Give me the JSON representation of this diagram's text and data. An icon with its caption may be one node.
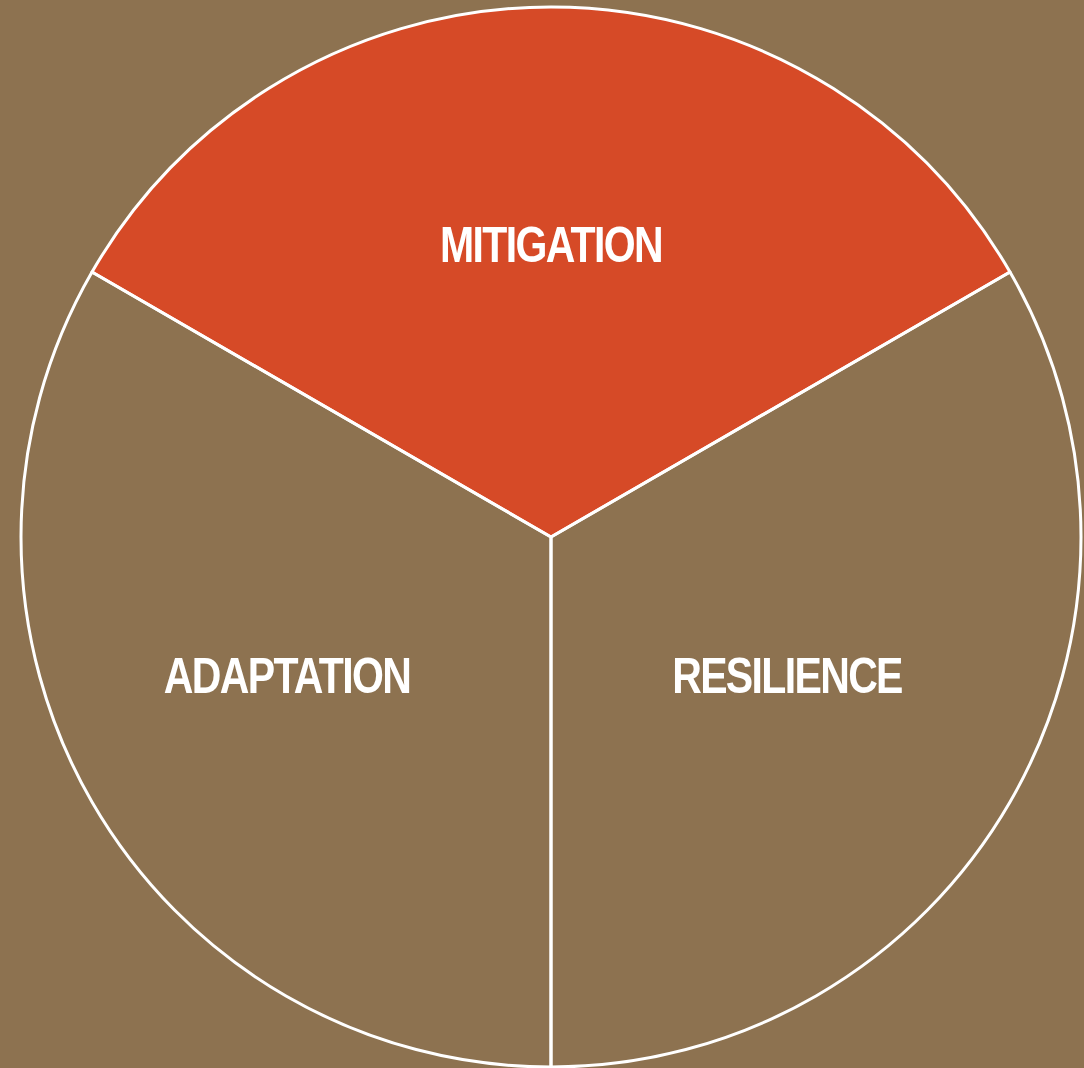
{
  "diagram": {
    "nodes": [
      {
        "text": [
          "MITIGATION"
        ]
      },
      {
        "text": [
          "ADAPTATION"
        ]
      },
      {
        "text": [
          "RESILIENCE"
        ]
      }
    ]
  }
}
